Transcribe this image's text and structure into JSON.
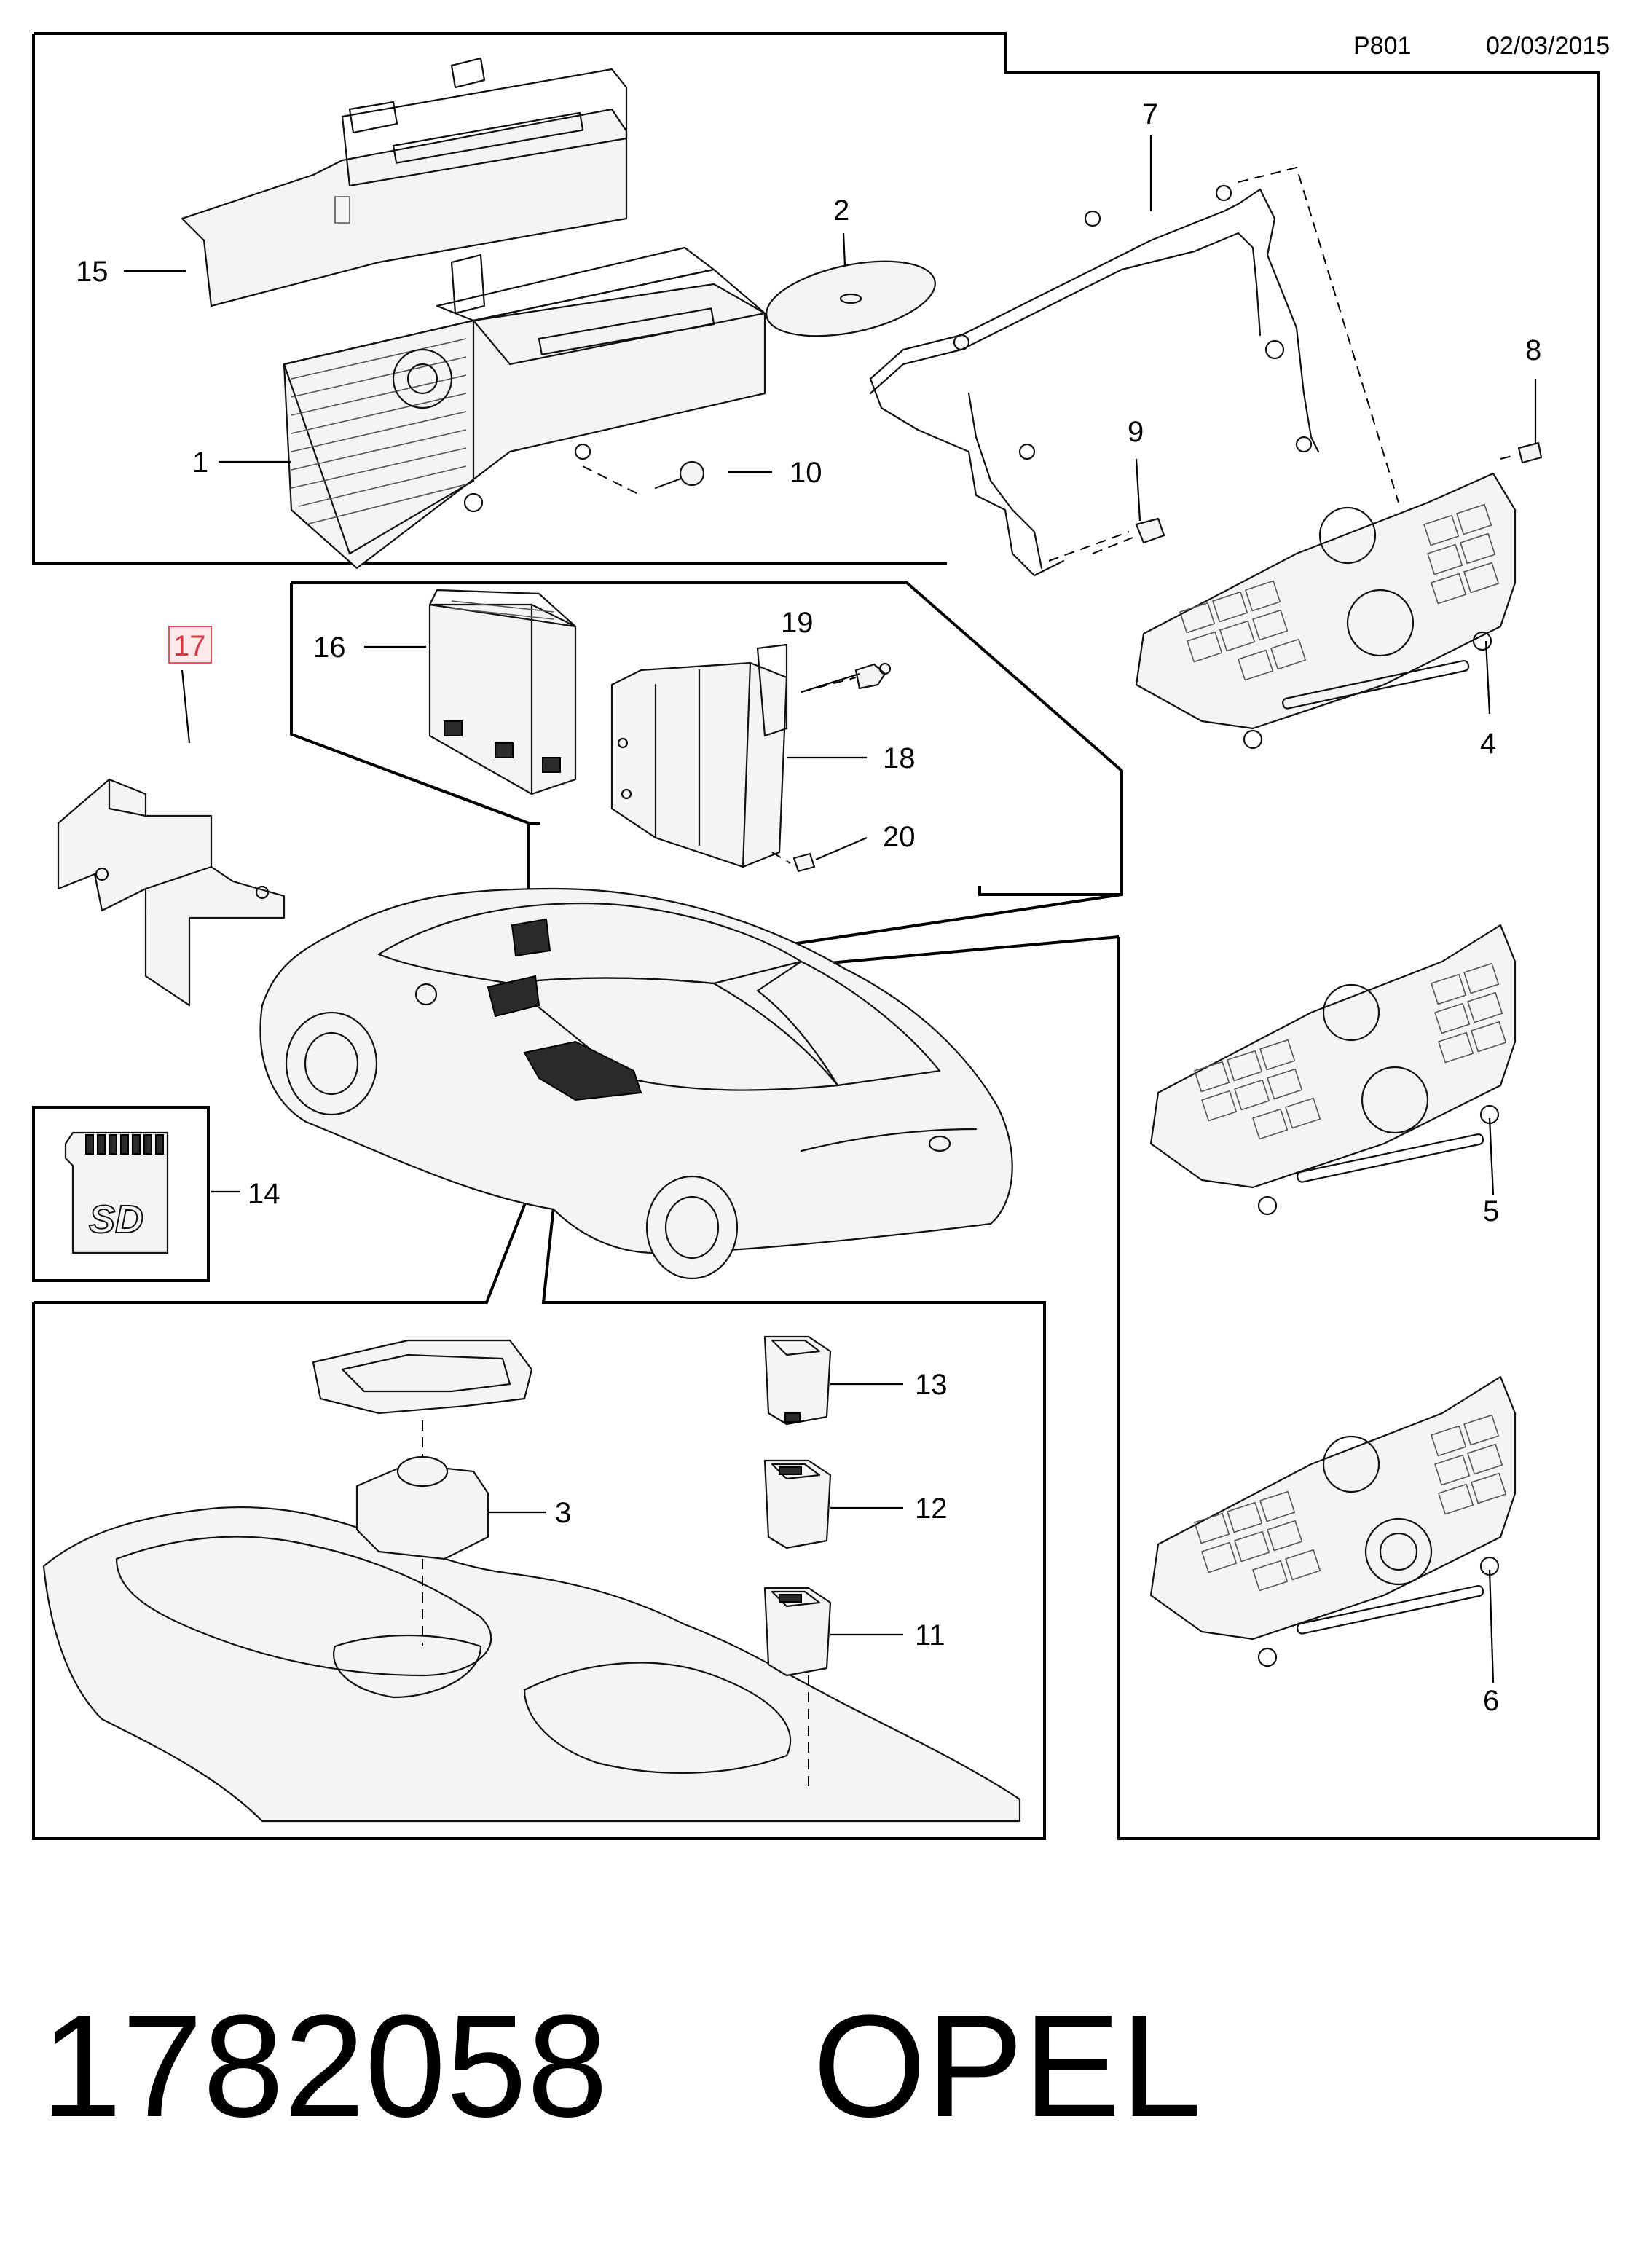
{
  "header": {
    "page_code": "P801",
    "date": "02/03/2015"
  },
  "callouts": {
    "c1": "1",
    "c2": "2",
    "c3": "3",
    "c4": "4",
    "c5": "5",
    "c6": "6",
    "c7": "7",
    "c8": "8",
    "c9": "9",
    "c10": "10",
    "c11": "11",
    "c12": "12",
    "c13": "13",
    "c14": "14",
    "c15": "15",
    "c16": "16",
    "c17": "17",
    "c18": "18",
    "c19": "19",
    "c20": "20"
  },
  "highlighted_callout": "17",
  "sd_card_logo": "SD",
  "footer": {
    "part_number": "1782058",
    "brand": "OPEL"
  },
  "colors": {
    "highlight_fill": "#fde8ea",
    "highlight_stroke": "#e0525d",
    "line": "#000000"
  }
}
